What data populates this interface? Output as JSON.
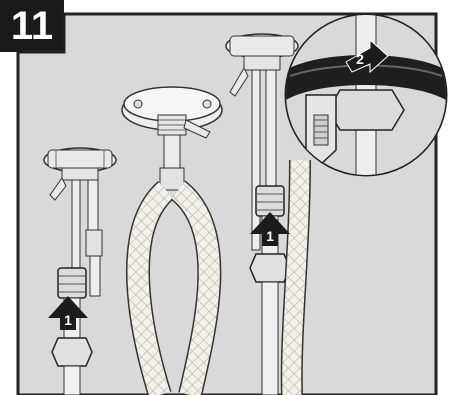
{
  "step_number": "11",
  "callouts": {
    "left_arrow": "1",
    "right_arrow": "1",
    "zoom_arrow": "2"
  },
  "colors": {
    "panel": "#d9d9d9",
    "frame": "#222222",
    "metal": "#ececec",
    "hose": "#f4f1ea",
    "dark": "#1c1c1c"
  }
}
